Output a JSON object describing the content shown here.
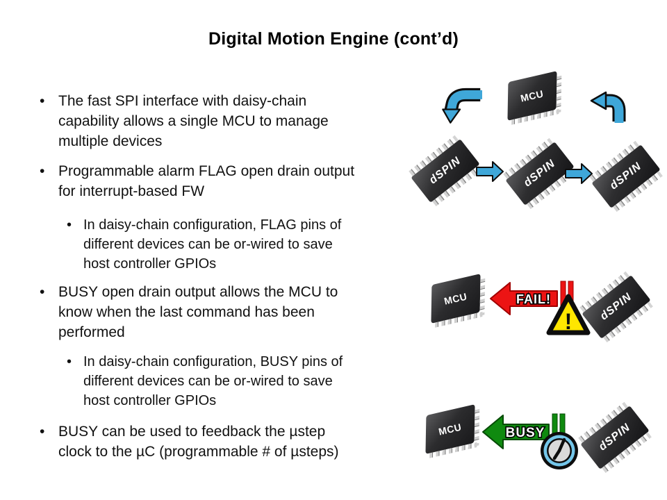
{
  "title": "Digital Motion Engine (cont’d)",
  "bullets": [
    {
      "level": 1,
      "lines": [
        "The fast SPI interface with daisy-chain",
        "capability allows a single MCU to manage",
        "multiple devices"
      ]
    },
    {
      "level": 1,
      "lines": [
        "Programmable alarm FLAG open drain output",
        "for interrupt-based FW"
      ]
    },
    {
      "level": 2,
      "lines": [
        "In daisy-chain configuration, FLAG pins of",
        "different devices can be or-wired to save",
        "host controller GPIOs"
      ]
    },
    {
      "level": 1,
      "lines": [
        "BUSY open drain output allows the MCU to",
        "know when the last command has been",
        "performed"
      ]
    },
    {
      "level": 2,
      "lines": [
        "In daisy-chain configuration, BUSY pins of",
        "different devices can be or-wired to save",
        "host controller GPIOs"
      ]
    },
    {
      "level": 1,
      "lines": [
        "BUSY can be used to feedback the µstep",
        "clock to the µC (programmable # of µsteps)"
      ]
    }
  ],
  "diagrams": {
    "daisy_chain": {
      "mcu_label": "MCU",
      "spin_labels": [
        "dSPIN",
        "dSPIN",
        "dSPIN"
      ]
    },
    "flag_alarm": {
      "mcu_label": "MCU",
      "arrow_label": "FAIL!",
      "warning_label": "!",
      "spin_label": "dSPIN"
    },
    "busy": {
      "mcu_label": "MCU",
      "arrow_label": "BUSY",
      "spin_label": "dSPIN"
    }
  },
  "colors": {
    "chain_blue": "#3FA7D9",
    "fail_red": "#EC1414",
    "busy_green": "#0F8A0F",
    "warning_yellow": "#FFE600",
    "clock_blue": "#74C6EA",
    "clock_face": "#DADADA"
  }
}
